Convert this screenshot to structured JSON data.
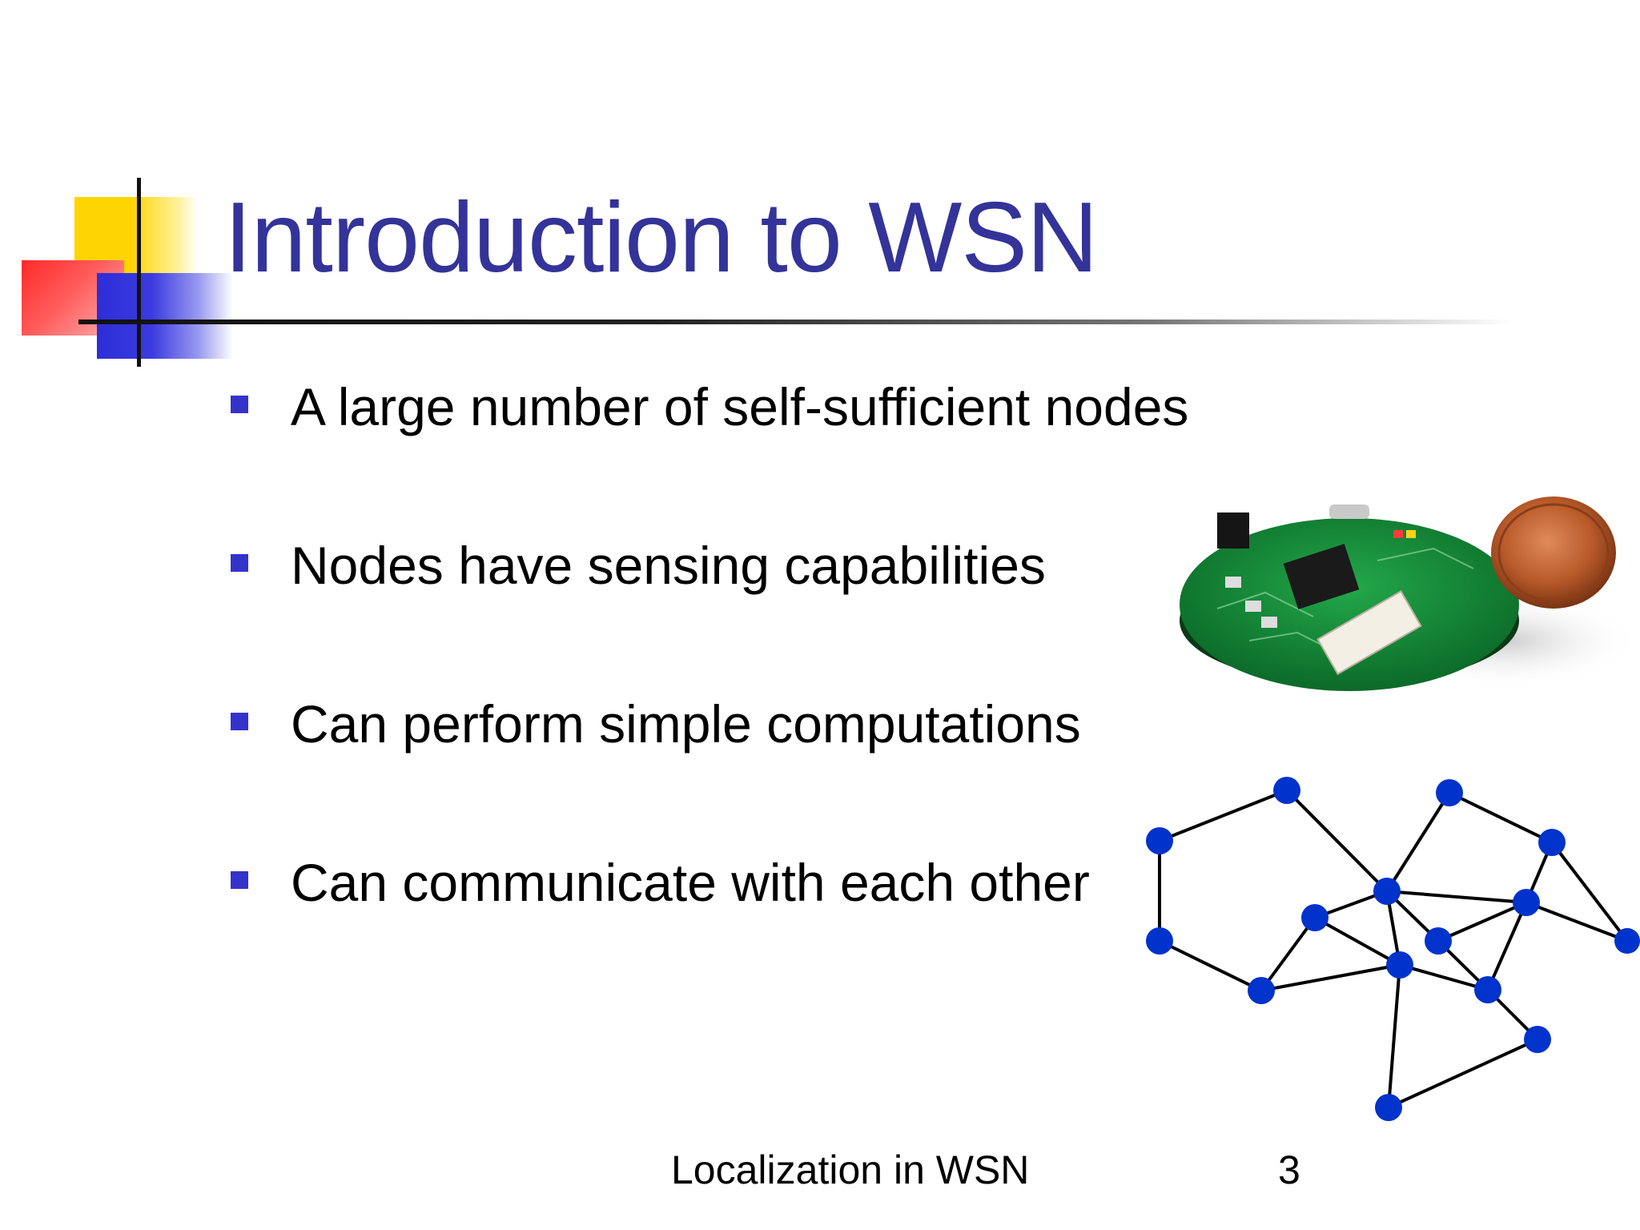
{
  "slide": {
    "title": "Introduction to WSN",
    "bullets": [
      "A large number of self-sufficient nodes",
      "Nodes have sensing capabilities",
      "Can perform simple computations",
      "Can communicate with each other"
    ],
    "footer": "Localization in WSN",
    "page_number": "3"
  },
  "colors": {
    "title": "#333399",
    "bullet_marker": "#3333cc",
    "network_node": "#0033cc",
    "deco_yellow": "#ffd400",
    "deco_red": "#ff2a2a",
    "deco_blue": "#2e2ed8"
  }
}
